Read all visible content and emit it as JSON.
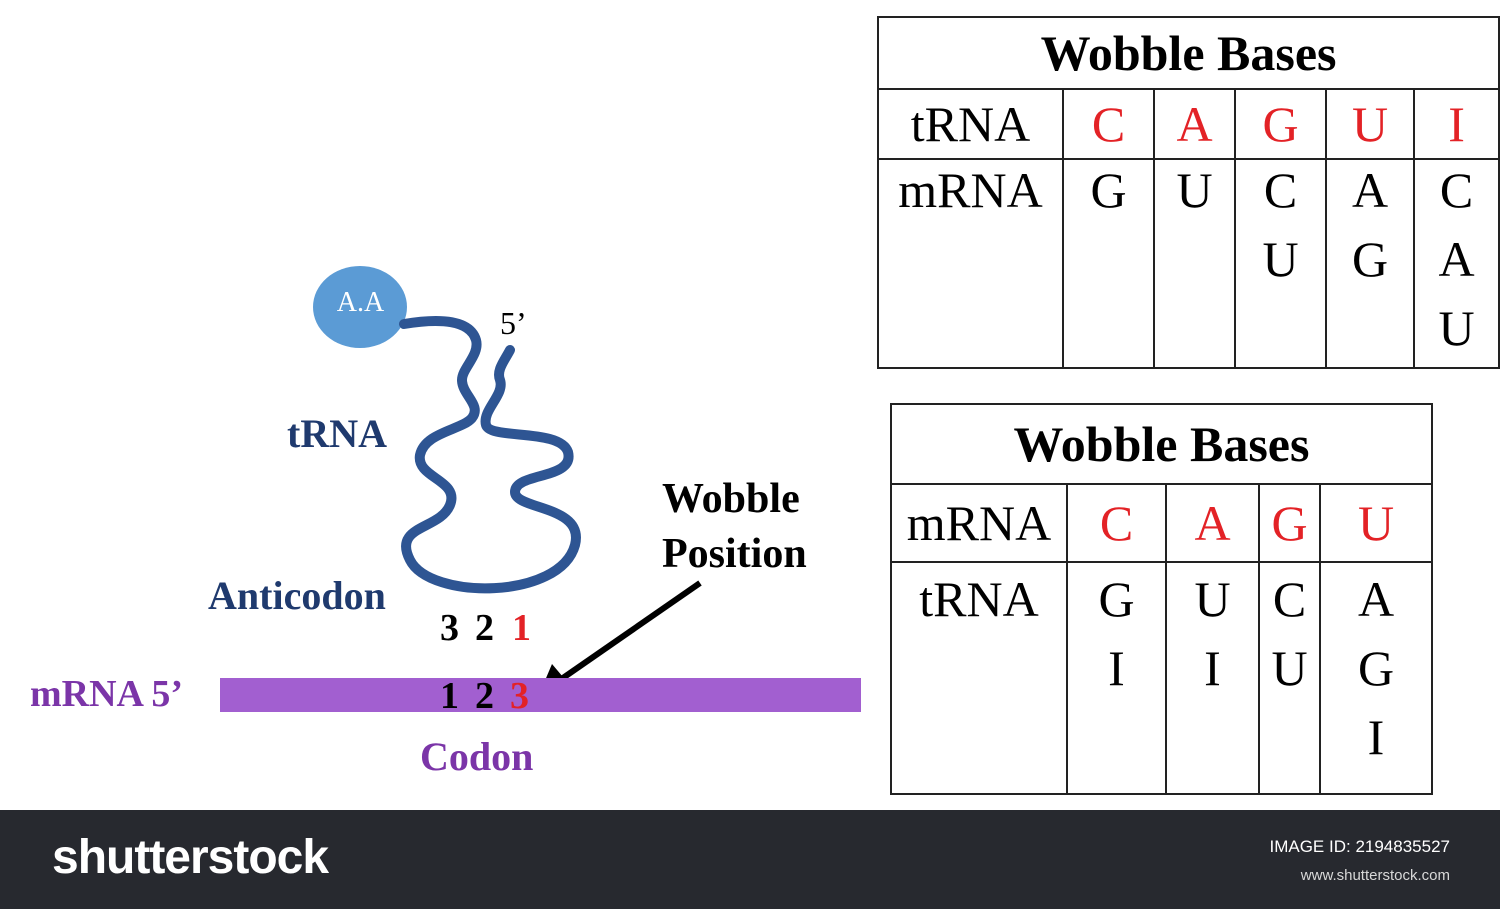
{
  "diagram": {
    "aa_label": "A.A",
    "five_prime": "5’",
    "trna_label": "tRNA",
    "anticodon_label": "Anticodon",
    "anticodon_numbers": [
      "3",
      "2",
      "1"
    ],
    "wobble_label_line1": "Wobble",
    "wobble_label_line2": "Position",
    "mrna_label": "mRNA 5’",
    "codon_numbers": [
      "1",
      "2",
      "3"
    ],
    "codon_label": "Codon",
    "colors": {
      "trna": "#2e5593",
      "aa_circle": "#5b9bd5",
      "mrna_bar": "#a25fd0",
      "purple_text": "#7b35a8",
      "navy_text": "#1f3a6e",
      "wobble_red": "#e32226"
    }
  },
  "table1": {
    "title": "Wobble Bases",
    "row1_label": "tRNA",
    "row1_values": [
      "C",
      "A",
      "G",
      "U",
      "I"
    ],
    "row2_label": "mRNA",
    "row2_values": [
      [
        "G"
      ],
      [
        "U"
      ],
      [
        "C",
        "U"
      ],
      [
        "A",
        "G"
      ],
      [
        "C",
        "A",
        "U"
      ]
    ]
  },
  "table2": {
    "title": "Wobble Bases",
    "row1_label": "mRNA",
    "row1_values": [
      "C",
      "A",
      "G",
      "U"
    ],
    "row2_label": "tRNA",
    "row2_values": [
      [
        "G",
        "I"
      ],
      [
        "U",
        "I"
      ],
      [
        "C",
        "U"
      ],
      [
        "A",
        "G",
        "I"
      ]
    ]
  },
  "footer": {
    "logo": "shutterstock",
    "image_id": "IMAGE ID: 2194835527",
    "site": "www.shutterstock.com"
  }
}
